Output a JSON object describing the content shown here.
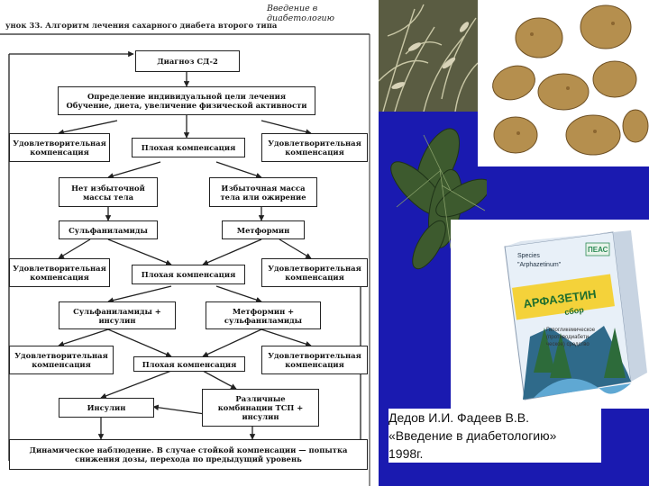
{
  "page": {
    "running_head": "Введение в диабетологию",
    "figure_title": "унок 33. Алгоритм лечения сахарного диабета второго типа"
  },
  "flowchart": {
    "diagnosis": "Диагноз СД-2",
    "goal_line1": "Определение индивидуальной цели лечения",
    "goal_line2": "Обучение, диета, увеличение физической активности",
    "sat1_line1": "Удовлетворительная",
    "sat1_line2": "компенсация",
    "poor1": "Плохая компенсация",
    "sat2_line1": "Удовлетворительная",
    "sat2_line2": "компенсация",
    "no_excess_line1": "Нет избыточной",
    "no_excess_line2": "массы тела",
    "excess_line1": "Избыточная масса",
    "excess_line2": "тела или ожирение",
    "sulfonyl1": "Сульфаниламиды",
    "metformin1": "Метформин",
    "sat3_line1": "Удовлетворительная",
    "sat3_line2": "компенсация",
    "poor2": "Плохая компенсация",
    "sat4_line1": "Удовлетворительная",
    "sat4_line2": "компенсация",
    "sulf_ins_line1": "Сульфаниламиды +",
    "sulf_ins_line2": "инсулин",
    "met_sulf_line1": "Метформин +",
    "met_sulf_line2": "сульфаниламиды",
    "sat5_line1": "Удовлетворительная",
    "sat5_line2": "компенсация",
    "poor3": "Плохая компенсация",
    "sat6_line1": "Удовлетворительная",
    "sat6_line2": "компенсация",
    "insulin": "Инсулин",
    "combo_line1": "Различные",
    "combo_line2": "комбинации ТСП +",
    "combo_line3": "инсулин",
    "dyn_line1": "Динамическое наблюдение. В случае стойкой компенсации — попытка",
    "dyn_line2": "снижения дозы, перехода по предыдущий уровень"
  },
  "package": {
    "species": "Species",
    "latin": "\"Arphazetinum\"",
    "logo": "ПЕАС",
    "brand": "АРФАЗЕТИН",
    "sub": "сбор",
    "desc1": "Гипогликемическое",
    "desc2": "(противодиабети-",
    "desc3": "ческое) средство"
  },
  "caption": {
    "line1": "Дедов И.И. Фадеев В.В.",
    "line2": "«Введение в диабетологию»",
    "line3": "1998г."
  }
}
